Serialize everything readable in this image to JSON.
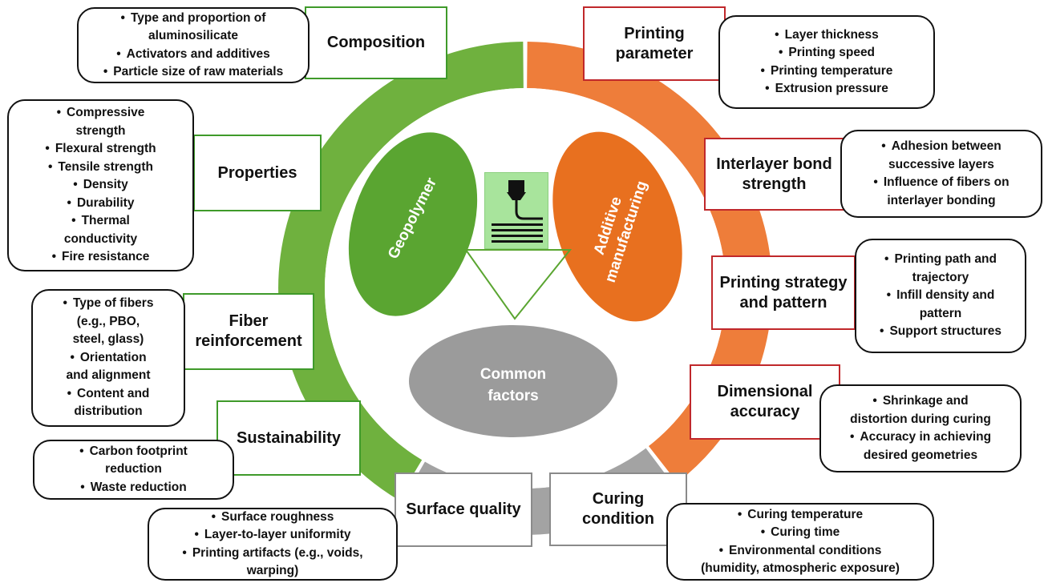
{
  "center": {
    "geopolymer": "Geopolymer",
    "additive": "Additive\nmanufacturing",
    "common": "Common\nfactors"
  },
  "colors": {
    "green_ring": "#6fb13e",
    "orange_ring": "#ee7d3a",
    "gray_ring": "#a3a3a3",
    "green_ellipse": "#5aa531",
    "orange_ellipse": "#e8701f",
    "gray_ellipse": "#9b9b9b",
    "green_border": "#3f9a2a",
    "red_border": "#c0282b"
  },
  "icons": [
    "3d-printer-nozzle-icon"
  ],
  "categories": {
    "composition": "Composition",
    "properties": "Properties",
    "fiber": "Fiber\nreinforcement",
    "sustainability": "Sustainability",
    "printing_parameter": "Printing\nparameter",
    "interlayer": "Interlayer bond\nstrength",
    "strategy": "Printing strategy\nand pattern",
    "dimensional": "Dimensional\naccuracy",
    "surface": "Surface quality",
    "curing": "Curing\ncondition"
  },
  "bullets": {
    "composition": [
      "Type and proportion of\naluminosilicate",
      "Activators and additives",
      "Particle size of raw materials"
    ],
    "properties": [
      "Compressive\nstrength",
      "Flexural strength",
      "Tensile strength",
      "Density",
      "Durability",
      "Thermal\nconductivity",
      "Fire resistance"
    ],
    "fiber": [
      "Type of fibers\n(e.g., PBO,\nsteel, glass)",
      "Orientation\nand alignment",
      "Content and\ndistribution"
    ],
    "sustainability": [
      "Carbon footprint\nreduction",
      "Waste reduction"
    ],
    "printing_parameter": [
      "Layer thickness",
      "Printing speed",
      "Printing temperature",
      "Extrusion pressure"
    ],
    "interlayer": [
      "Adhesion between\nsuccessive layers",
      "Influence of fibers on\ninterlayer bonding"
    ],
    "strategy": [
      "Printing path and\ntrajectory",
      "Infill density and\npattern",
      "Support structures"
    ],
    "dimensional": [
      "Shrinkage and\ndistortion during curing",
      "Accuracy in achieving\ndesired geometries"
    ],
    "surface": [
      "Surface roughness",
      "Layer-to-layer uniformity",
      "Printing artifacts (e.g., voids,\nwarping)"
    ],
    "curing": [
      "Curing temperature",
      "Curing time",
      "Environmental conditions\n(humidity, atmospheric exposure)"
    ]
  }
}
